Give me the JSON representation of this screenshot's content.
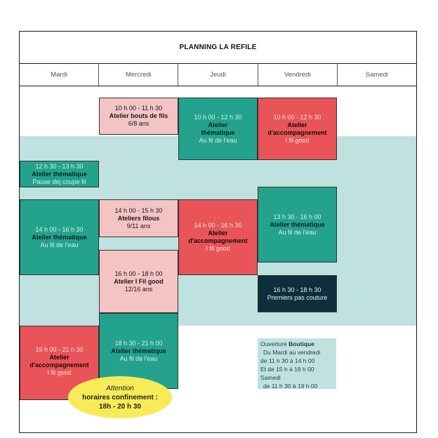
{
  "title": "PLANNING LA REFILE",
  "days": [
    "Mardi",
    "Mercredi",
    "Jeudi",
    "Vendredi",
    "Samedi"
  ],
  "blocks": {
    "mer_bouts": {
      "time": "10 h 00 - 11 h 30",
      "name": "Atelier bouts de fils",
      "sub": "6/8 ans"
    },
    "jeu_them_matin": {
      "time": "10 h 00 - 12 h 30",
      "name": "Atelier thématique",
      "sub": "Au fil de l'eau"
    },
    "ven_accomp_matin": {
      "time": "10 h 00 - 12 h 30",
      "name": "Atelier d'accompagnement",
      "sub": "I fil good"
    },
    "mar_pause": {
      "time": "12 h 30 - 13 h 30",
      "name": "Atelier thématique",
      "sub": "Pause dej coupe fil"
    },
    "mar_them_aprem": {
      "time": "14 h 00 - 16 h 30",
      "name": "Atelier thématique",
      "sub": "Au fil de l'eau"
    },
    "mer_filous": {
      "time": "14 h 00 - 15 h 30",
      "name": "Ateliers filous",
      "sub": "9/11 ans"
    },
    "jeu_accomp_aprem": {
      "time": "14 h 00 - 16 h 30",
      "name": "Atelier d'accompagnement",
      "sub": "I fil good"
    },
    "ven_them_aprem": {
      "time": "13 h 30 - 16 h 00",
      "name": "Atelier thématique",
      "sub": "Au fil de l'eau"
    },
    "mer_ifilgood": {
      "time": "16 h 00 - 18 h 00",
      "name": "Atelier I Fil good",
      "sub": "12/16 ans"
    },
    "ven_premiers": {
      "time": "16 h 30 - 18 h 30",
      "name": "",
      "sub": "Premiers pas couture"
    },
    "mar_accomp_soir": {
      "time": "19 h 00 - 21 h 30",
      "name": "Atelier d'accompagnement",
      "sub": "I fil good"
    },
    "mer_them_soir": {
      "time": "18 h 30 - 21 h 00",
      "name": "Atelier thématique",
      "sub": "Au fil de l'eau"
    }
  },
  "boutique": {
    "prefix": "Ouverture ",
    "title": "Boutique",
    "lines": [
      "Du Mardi au vendredi",
      "de 11 h 30 à 14 h 00",
      "Et de 15 h à 19 h 00",
      "Samedi",
      "de 11 h 30 à 19 h 00"
    ]
  },
  "attention": {
    "label": "Attention",
    "line1": "horaires confinement :",
    "line2": "18h - 20 h 30"
  },
  "colors": {
    "teal": "#23a38d",
    "pink": "#f4c3c4",
    "red": "#e85457",
    "navy": "#0f2e3c",
    "band": "#bfe2e1",
    "yellow": "#f7ec58"
  }
}
